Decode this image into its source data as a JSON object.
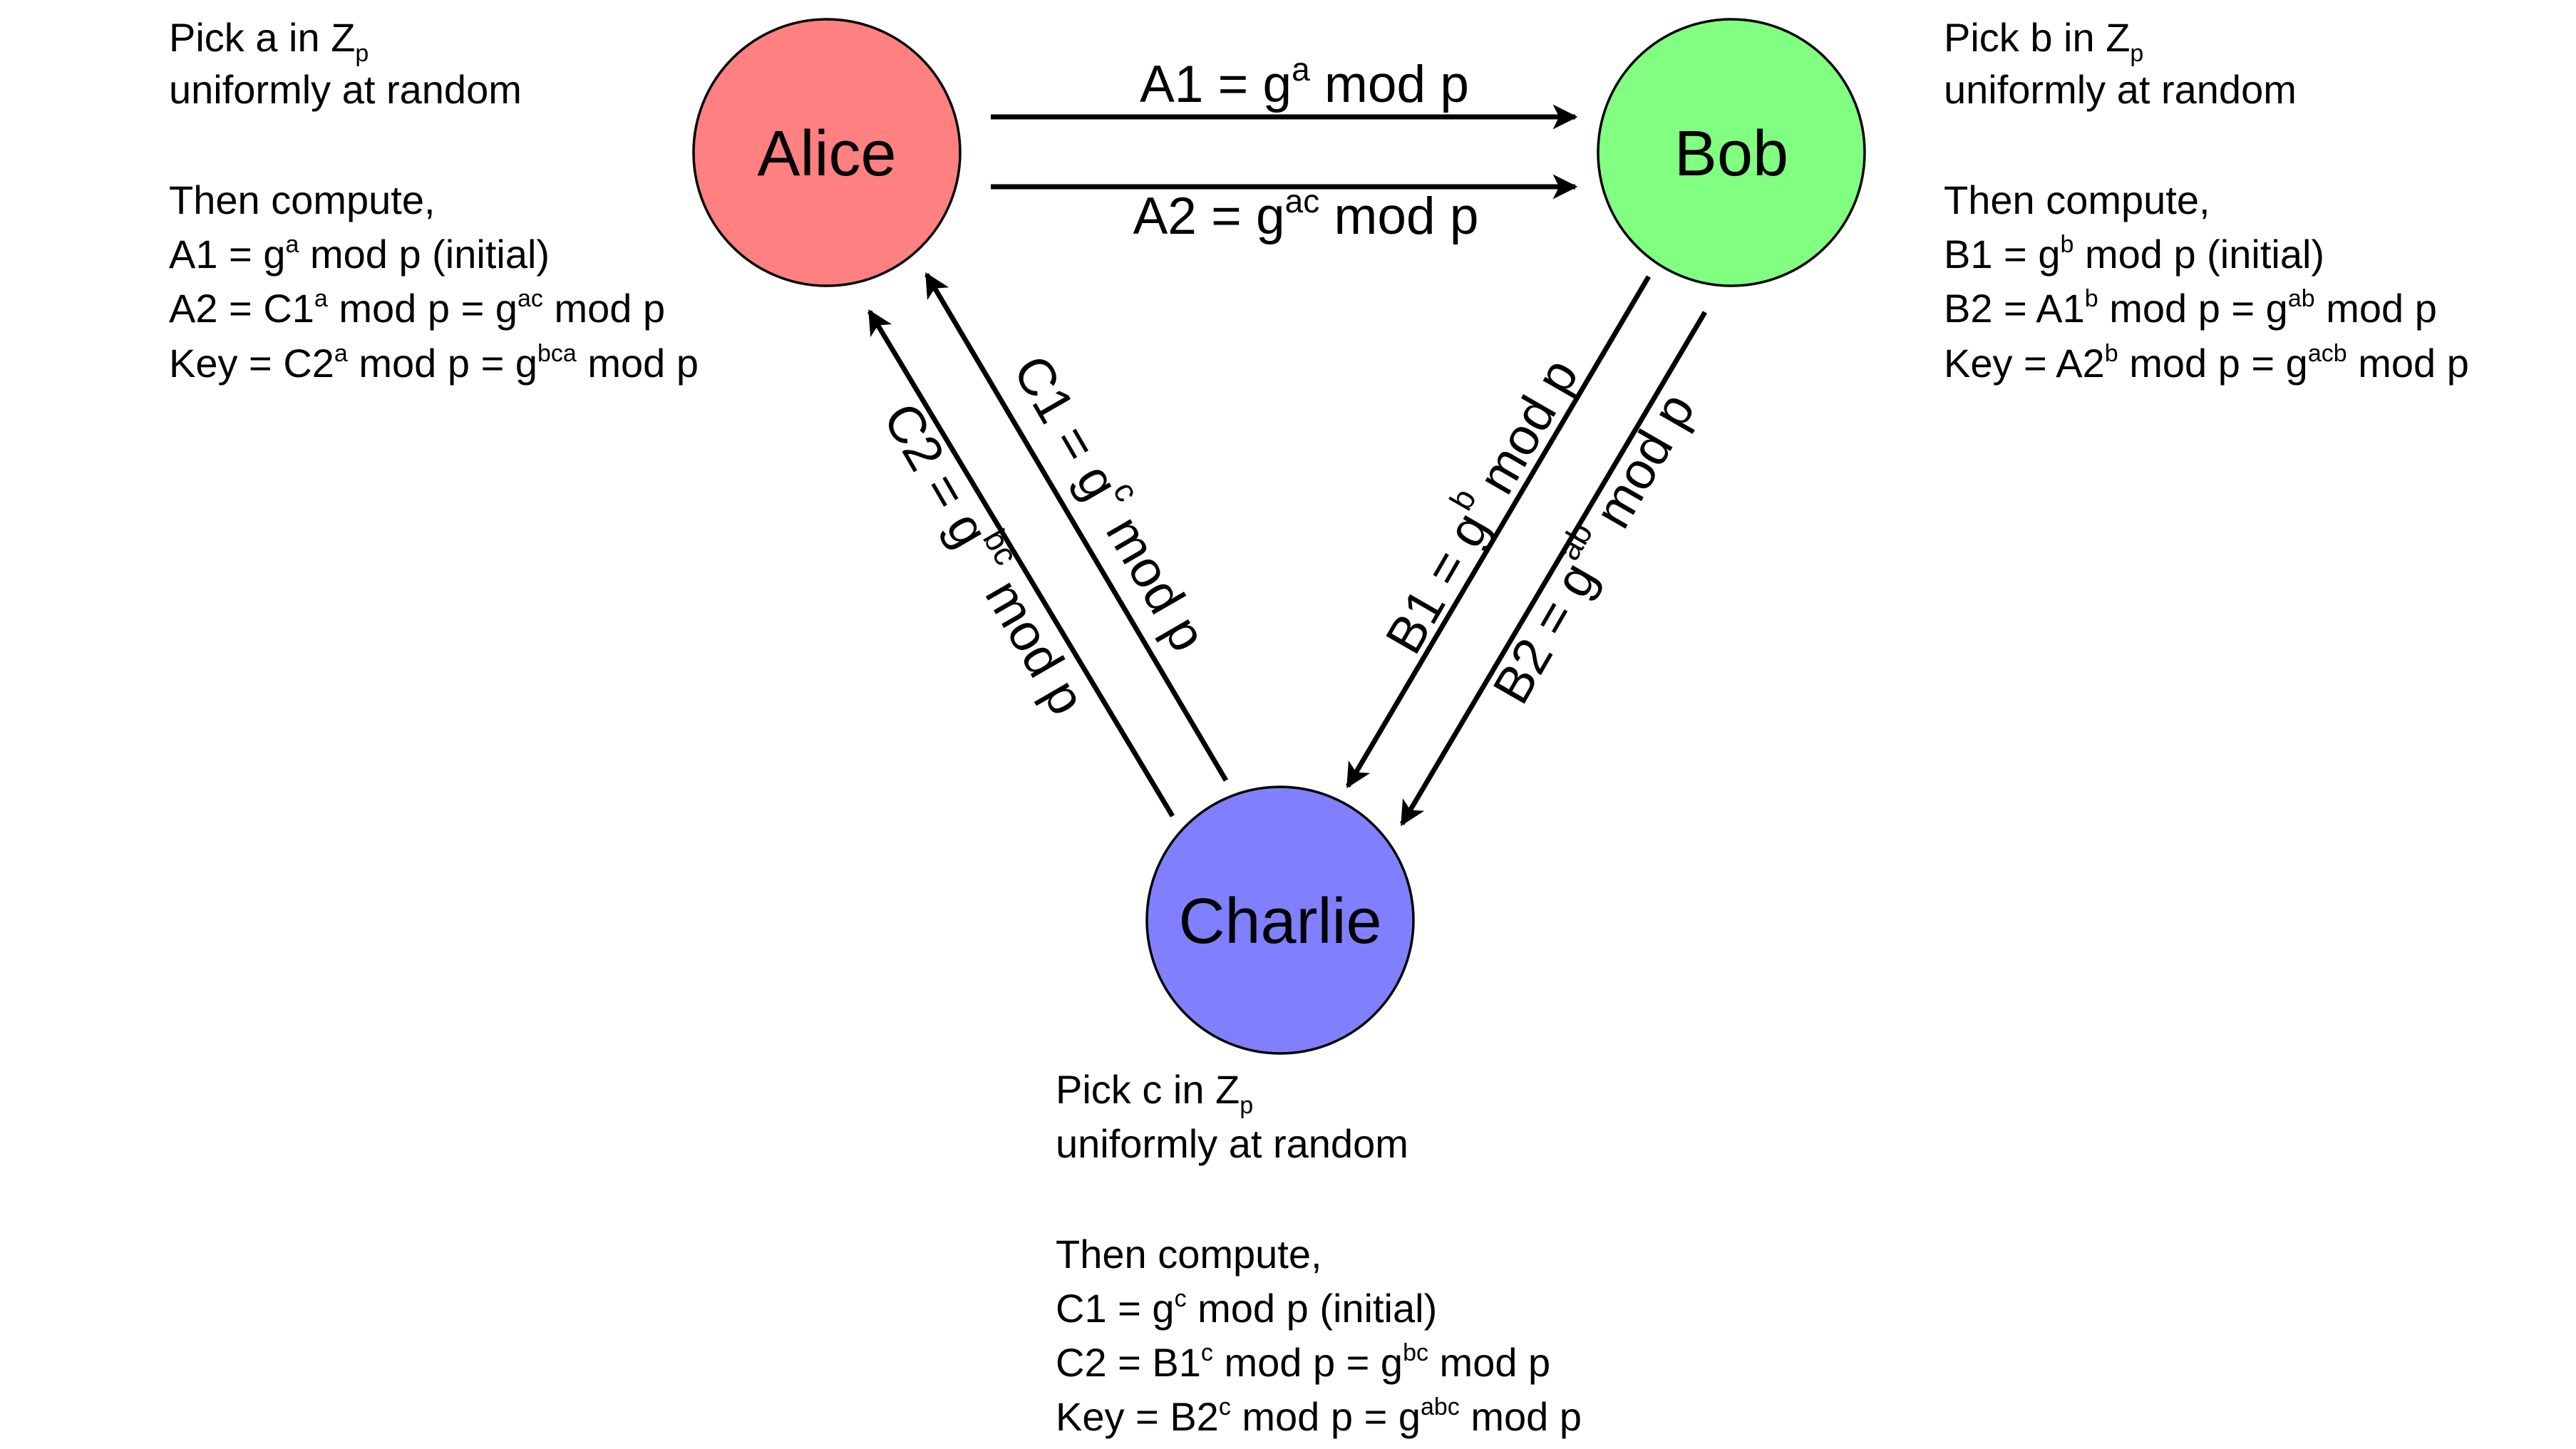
{
  "nodes": {
    "alice": {
      "label": "Alice",
      "color": "#ff8080"
    },
    "bob": {
      "label": "Bob",
      "color": "#80ff80"
    },
    "charlie": {
      "label": "Charlie",
      "color": "#8080ff"
    }
  },
  "messages": {
    "a1": {
      "pre": "A1 = g",
      "sup": "a",
      "post": " mod p"
    },
    "a2": {
      "pre": "A2 = g",
      "sup": "ac",
      "post": " mod p"
    },
    "b1": {
      "pre": "B1 = g",
      "sup": "b",
      "post": " mod p"
    },
    "b2": {
      "pre": "B2 = g",
      "sup": "ab",
      "post": " mod p"
    },
    "c1": {
      "pre": "C1 = g",
      "sup": "c",
      "post": " mod p"
    },
    "c2": {
      "pre": "C2 = g",
      "sup": "bc",
      "post": " mod p"
    }
  },
  "notes": {
    "alice": {
      "pick": {
        "pre": "Pick a in Z",
        "sub": "p"
      },
      "random": "uniformly at random",
      "then": "Then compute,",
      "l1": {
        "a": "A1 = g",
        "b": "a",
        "c": " mod p (initial)"
      },
      "l2": {
        "a": "A2 = C1",
        "b": "a",
        "c": " mod p = g",
        "d": "ac",
        "e": " mod p"
      },
      "l3": {
        "a": "Key = C2",
        "b": "a",
        "c": " mod p = g",
        "d": "bca",
        "e": " mod p"
      }
    },
    "bob": {
      "pick": {
        "pre": "Pick b in Z",
        "sub": "p"
      },
      "random": "uniformly at random",
      "then": "Then compute,",
      "l1": {
        "a": "B1 = g",
        "b": "b",
        "c": " mod p (initial)"
      },
      "l2": {
        "a": "B2 = A1",
        "b": "b",
        "c": " mod p = g",
        "d": "ab",
        "e": " mod p"
      },
      "l3": {
        "a": "Key = A2",
        "b": "b",
        "c": " mod p = g",
        "d": "acb",
        "e": " mod p"
      }
    },
    "charlie": {
      "pick": {
        "pre": "Pick c in Z",
        "sub": "p"
      },
      "random": "uniformly at random",
      "then": "Then compute,",
      "l1": {
        "a": "C1 = g",
        "b": "c",
        "c": " mod p (initial)"
      },
      "l2": {
        "a": "C2 = B1",
        "b": "c",
        "c": " mod p = g",
        "d": "bc",
        "e": " mod p"
      },
      "l3": {
        "a": "Key = B2",
        "b": "c",
        "c": " mod p = g",
        "d": "abc",
        "e": " mod p"
      }
    }
  }
}
